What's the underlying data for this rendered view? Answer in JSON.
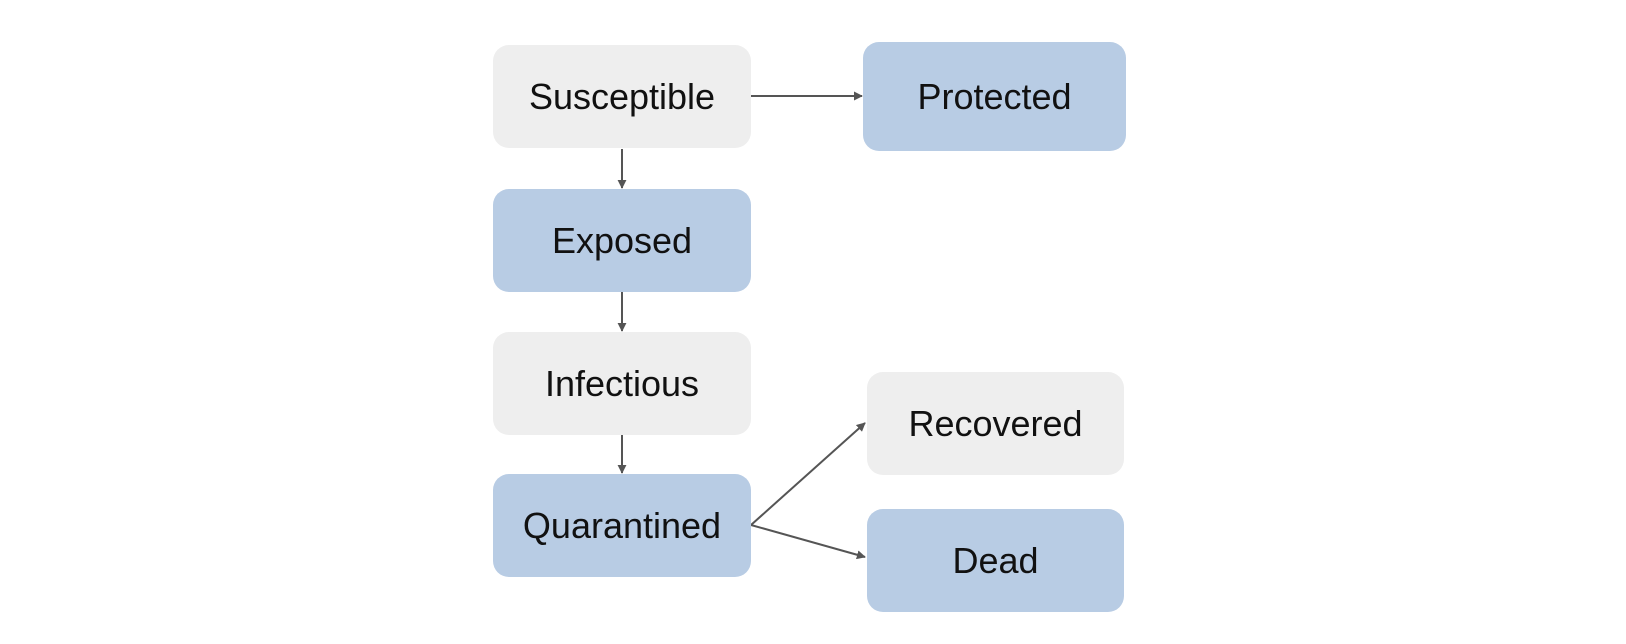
{
  "diagram": {
    "nodes": {
      "susceptible": {
        "label": "Susceptible",
        "fill": "#eeeeee"
      },
      "protected": {
        "label": "Protected",
        "fill": "#b8cce4"
      },
      "exposed": {
        "label": "Exposed",
        "fill": "#b8cce4"
      },
      "infectious": {
        "label": "Infectious",
        "fill": "#eeeeee"
      },
      "quarantined": {
        "label": "Quarantined",
        "fill": "#b8cce4"
      },
      "recovered": {
        "label": "Recovered",
        "fill": "#eeeeee"
      },
      "dead": {
        "label": "Dead",
        "fill": "#b8cce4"
      }
    },
    "edges": [
      {
        "from": "susceptible",
        "to": "protected"
      },
      {
        "from": "susceptible",
        "to": "exposed"
      },
      {
        "from": "exposed",
        "to": "infectious"
      },
      {
        "from": "infectious",
        "to": "quarantined"
      },
      {
        "from": "quarantined",
        "to": "recovered"
      },
      {
        "from": "quarantined",
        "to": "dead"
      }
    ],
    "edge_color": "#555555"
  }
}
